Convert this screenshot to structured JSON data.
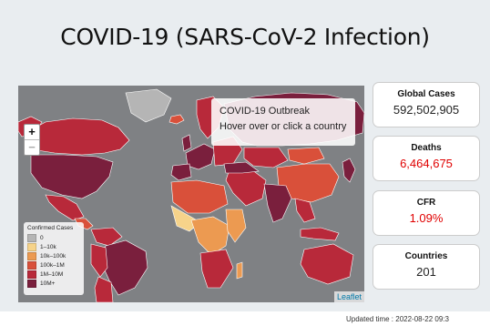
{
  "title": "COVID-19 (SARS-CoV-2 Infection)",
  "map": {
    "zoom_in": "+",
    "zoom_out": "−",
    "tooltip_title": "COVID-19 Outbreak",
    "tooltip_hint": "Hover over or click a country",
    "attribution": "Leaflet",
    "legend": {
      "title": "Confirmed Cases",
      "items": [
        {
          "label": "0",
          "color": "#b5b5b5"
        },
        {
          "label": "1–10k",
          "color": "#f6d38a"
        },
        {
          "label": "10k–100k",
          "color": "#ec9a51"
        },
        {
          "label": "100k–1M",
          "color": "#d9503a"
        },
        {
          "label": "1M–10M",
          "color": "#b8293a"
        },
        {
          "label": "10M+",
          "color": "#7a1f3d"
        }
      ]
    }
  },
  "stats": {
    "global_cases_label": "Global Cases",
    "global_cases_value": "592,502,905",
    "deaths_label": "Deaths",
    "deaths_value": "6,464,675",
    "cfr_label": "CFR",
    "cfr_value": "1.09%",
    "countries_label": "Countries",
    "countries_value": "201"
  },
  "footer": {
    "updated": "Updated time : 2022-08-22 09:3"
  },
  "colors": {
    "header_bg": "#e9edf0",
    "map_bg": "#7f8184",
    "alert": "#e00000"
  }
}
